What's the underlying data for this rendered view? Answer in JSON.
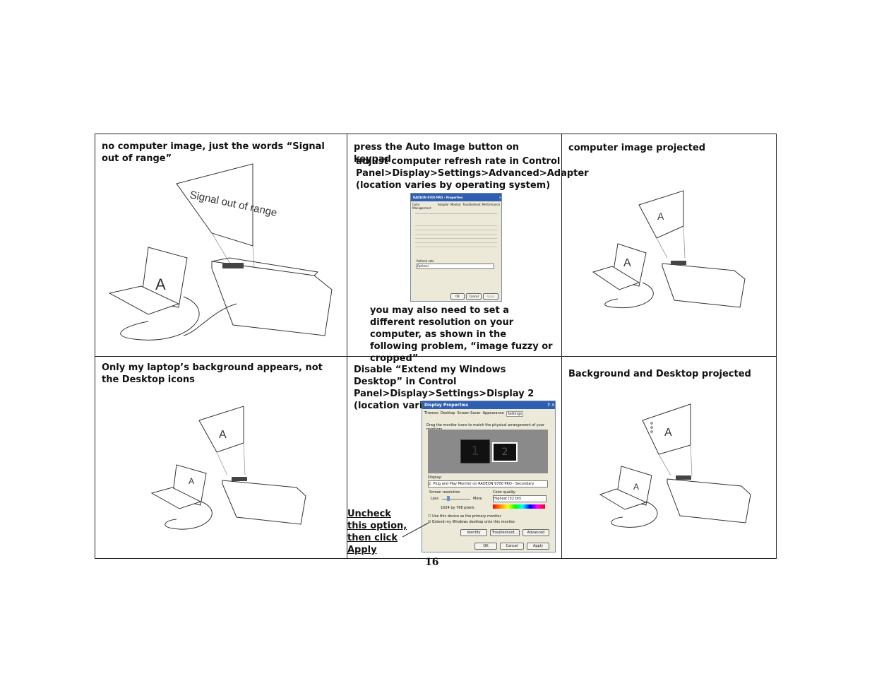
{
  "page_number": "16",
  "rows": [
    {
      "problem": "no computer image, just the words “Signal out of range”",
      "problem_illustration_text": "Signal out of range",
      "solution_step1": "press the Auto Image button on keypad",
      "solution_step2": "adjust computer refresh rate in Control Panel>Display>Settings>Advanced>Adapter (location varies by operating system)",
      "solution_step3": "you may also need to set a different resolution on your computer, as shown in the following problem, “image fuzzy or cropped”",
      "result": "computer image projected",
      "result_letter": "A"
    },
    {
      "problem": "Only my laptop’s background appears, not the Desktop icons",
      "solution_step1": "Disable “Extend my Windows Desktop” in Control Panel>Display>Settings>Display 2 (location varies by operating system)",
      "callout": "Uncheck this option, then click Apply",
      "result": "Background and Desktop projected",
      "result_letter": "A"
    }
  ],
  "adapter_dialog": {
    "title": "RADEON 9700 PRO - Properties",
    "tabs": [
      "Color Management",
      "Adapter",
      "Monitor",
      "Troubleshoot",
      "Performance"
    ],
    "ok": "OK",
    "cancel": "Cancel",
    "apply": "Apply",
    "refresh_label": "Refresh rate",
    "refresh_value": "Optimal"
  },
  "display_dialog": {
    "title": "Display Properties",
    "tabs": [
      "Themes",
      "Desktop",
      "Screen Saver",
      "Appearance",
      "Settings"
    ],
    "instruction": "Drag the monitor icons to match the physical arrangement of your monitors.",
    "monitor1": "1",
    "monitor2": "2",
    "display_label": "Display:",
    "display_value": "2. Plug and Play Monitor on RADEON 9700 PRO - Secondary",
    "resolution_label": "Screen resolution",
    "less": "Less",
    "more": "More",
    "resolution_value": "1024 by 768 pixels",
    "color_label": "Color quality",
    "color_value": "Highest (32 bit)",
    "check1": "Use this device as the primary monitor.",
    "check2": "Extend my Windows desktop onto this monitor.",
    "identify": "Identify",
    "troubleshoot": "Troubleshoot...",
    "advanced": "Advanced",
    "ok": "OK",
    "cancel": "Cancel",
    "apply": "Apply"
  }
}
